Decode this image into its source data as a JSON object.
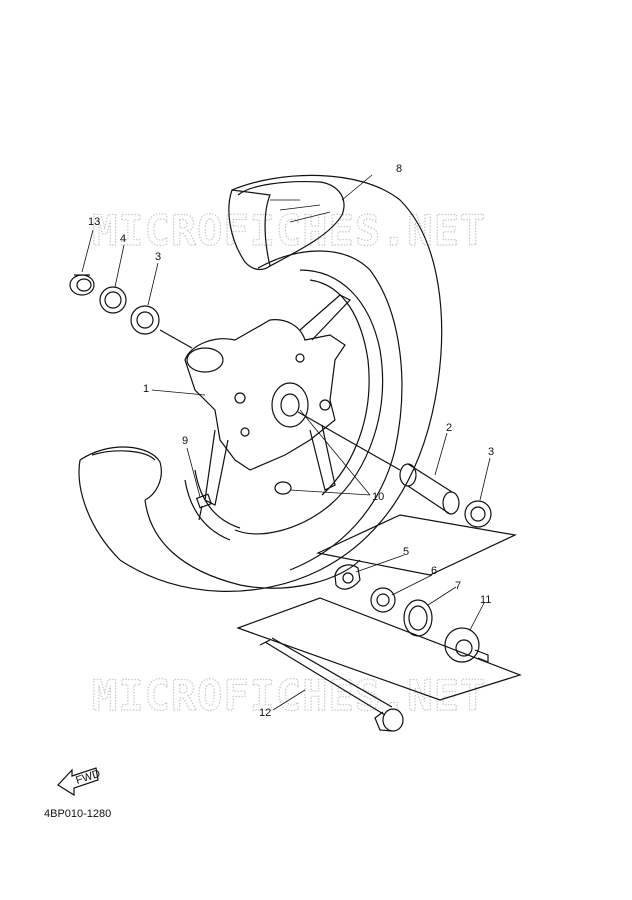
{
  "watermark": "MICROFICHES.NET",
  "callouts": {
    "p1": "1",
    "p2": "2",
    "p3a": "3",
    "p3b": "3",
    "p4": "4",
    "p5": "5",
    "p6": "6",
    "p7": "7",
    "p8": "8",
    "p9": "9",
    "p10": "10",
    "p11": "11",
    "p12": "12",
    "p13": "13"
  },
  "fwd_label": "FWD",
  "diagram_code": "4BP010-1280"
}
